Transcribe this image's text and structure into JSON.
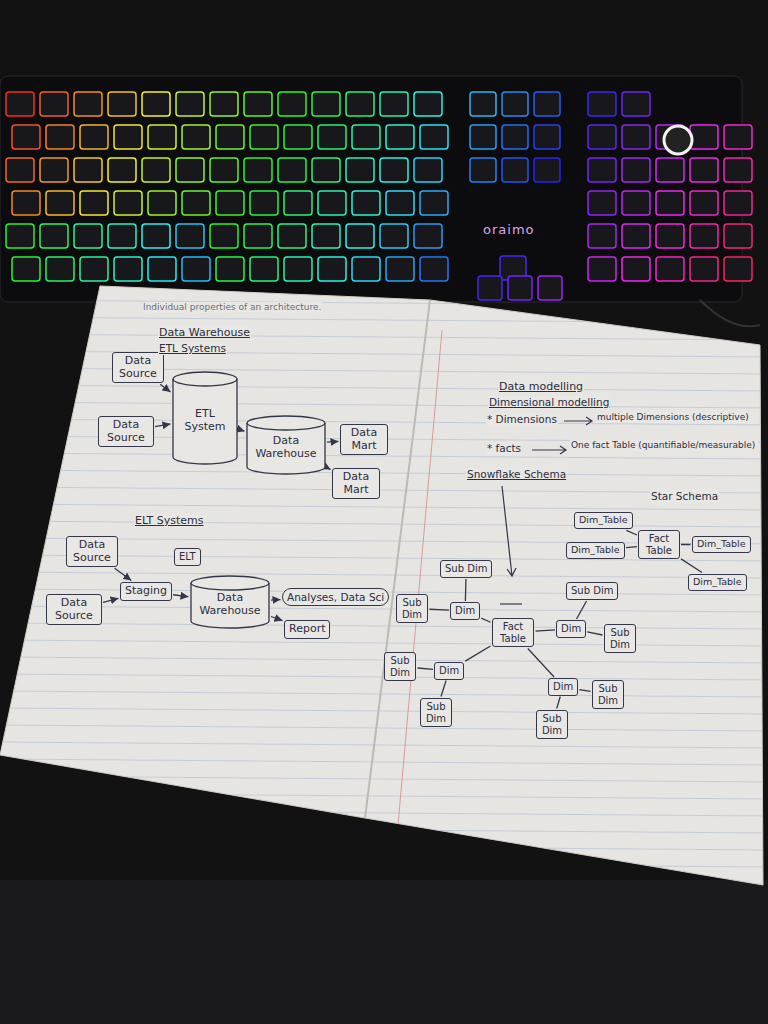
{
  "diagram": {
    "nodes": [
      {
        "text": [
          "Data Source"
        ]
      },
      {
        "text": [
          "Data Source"
        ]
      },
      {
        "text": [
          "ETL System"
        ]
      },
      {
        "text": [
          "Data Warehouse"
        ]
      },
      {
        "text": [
          "Data Mart"
        ]
      },
      {
        "text": [
          "Data Mart"
        ]
      },
      {
        "text": [
          "Data Source"
        ]
      },
      {
        "text": [
          "ELT"
        ]
      },
      {
        "text": [
          "Data Source"
        ]
      },
      {
        "text": [
          "Staging"
        ]
      },
      {
        "text": [
          "Data Warehouse"
        ]
      },
      {
        "text": [
          "Analyses, Data Sci"
        ]
      },
      {
        "text": [
          "Report"
        ]
      },
      {
        "text": [
          "Dim_Table"
        ]
      },
      {
        "text": [
          "Dim_Table"
        ]
      },
      {
        "text": [
          "Fact Table"
        ]
      },
      {
        "text": [
          "Dim_Table"
        ]
      },
      {
        "text": [
          "Dim_Table"
        ]
      },
      {
        "text": [
          "Sub Dim"
        ]
      },
      {
        "text": [
          "Sub Dim"
        ]
      },
      {
        "text": [
          "Sub Dim"
        ]
      },
      {
        "text": [
          "Dim"
        ]
      },
      {
        "text": [
          "Fact Table"
        ]
      },
      {
        "text": [
          "Dim"
        ]
      },
      {
        "text": [
          "Sub Dim"
        ]
      },
      {
        "text": [
          "Sub Dim"
        ]
      },
      {
        "text": [
          "Dim"
        ]
      },
      {
        "text": [
          "Dim"
        ]
      },
      {
        "text": [
          "Sub Dim"
        ]
      },
      {
        "text": [
          "Sub Dim"
        ]
      },
      {
        "text": [
          "Sub Dim"
        ]
      }
    ],
    "edges": [
      {
        "from": 0,
        "to": 2,
        "arrow": "to"
      },
      {
        "from": 1,
        "to": 2,
        "arrow": "to"
      },
      {
        "from": 2,
        "to": 3,
        "arrow": "to"
      },
      {
        "from": 3,
        "to": 4,
        "arrow": "to"
      },
      {
        "from": 3,
        "to": 5,
        "arrow": "to"
      },
      {
        "from": 6,
        "to": 9,
        "arrow": "to"
      },
      {
        "from": 8,
        "to": 9,
        "arrow": "to"
      },
      {
        "from": 9,
        "to": 10,
        "arrow": "to"
      },
      {
        "from": 10,
        "to": 11,
        "arrow": "to"
      },
      {
        "from": 10,
        "to": 12,
        "arrow": "to"
      },
      {
        "from": 15,
        "to": 13,
        "arrow": "none"
      },
      {
        "from": 15,
        "to": 14,
        "arrow": "none"
      },
      {
        "from": 15,
        "to": 16,
        "arrow": "none"
      },
      {
        "from": 15,
        "to": 17,
        "arrow": "none"
      },
      {
        "from": 21,
        "to": 22,
        "arrow": "none"
      },
      {
        "from": 23,
        "to": 22,
        "arrow": "none"
      },
      {
        "from": 26,
        "to": 22,
        "arrow": "none"
      },
      {
        "from": 27,
        "to": 22,
        "arrow": "none"
      },
      {
        "from": 21,
        "to": 18,
        "arrow": "none"
      },
      {
        "from": 21,
        "to": 20,
        "arrow": "none"
      },
      {
        "from": 23,
        "to": 19,
        "arrow": "none"
      },
      {
        "from": 23,
        "to": 24,
        "arrow": "none"
      },
      {
        "from": 26,
        "to": 25,
        "arrow": "none"
      },
      {
        "from": 26,
        "to": 29,
        "arrow": "none"
      },
      {
        "from": 27,
        "to": 28,
        "arrow": "none"
      },
      {
        "from": 27,
        "to": 30,
        "arrow": "none"
      }
    ],
    "labels": [
      "Individual properties of an architecture.",
      "Data Warehouse",
      "ETL Systems",
      "ELT Systems",
      "Data modelling",
      "Dimensional modelling",
      "* Dimensions",
      "multiple Dimensions (descriptive)",
      "* facts",
      "One fact Table (quantifiable/measurable)",
      "Snowflake Schema",
      "Star Schema",
      "oraimo"
    ]
  }
}
